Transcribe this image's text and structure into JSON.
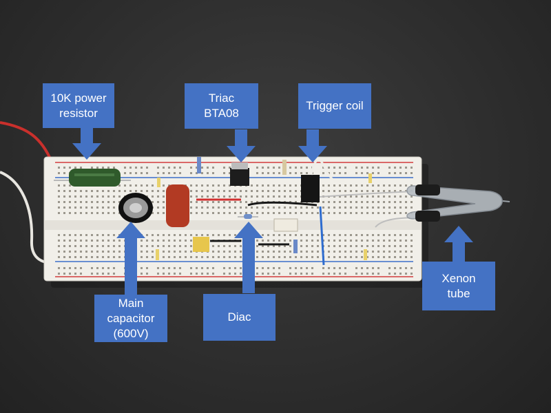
{
  "image": {
    "subject": "breadboard-xenon-flash-circuit",
    "background_color": "#2e2e2e",
    "label_color": "#4472c4"
  },
  "labels": {
    "power_resistor": "10K power\nresistor",
    "triac": "Triac\nBTA08",
    "trigger_coil": "Trigger coil",
    "main_capacitor": "Main\ncapacitor\n(600V)",
    "diac": "Diac",
    "xenon_tube": "Xenon\ntube"
  }
}
